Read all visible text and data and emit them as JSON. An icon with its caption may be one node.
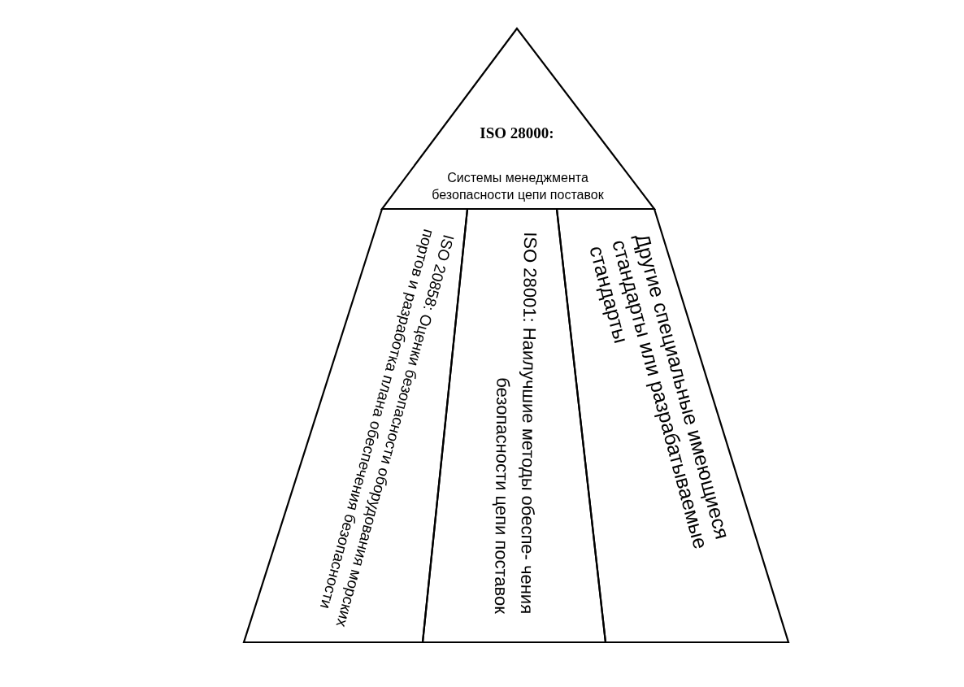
{
  "diagram": {
    "nodes": [
      {
        "text": [
          "ISO 28000:",
          "Системы менеджмента безопасности цепи поставок"
        ]
      },
      {
        "text": [
          "ISO 20858: Оценки безопасности оборудования морских портов и разработка плана обеспечения безопасности"
        ]
      },
      {
        "text": [
          "ISO 28001: Наилучшие методы обеспе- чения безопасности цепи поставок"
        ]
      },
      {
        "text": [
          "Другие специальные имеющиеся стандарты или разрабатываемые стандарты"
        ]
      }
    ]
  }
}
